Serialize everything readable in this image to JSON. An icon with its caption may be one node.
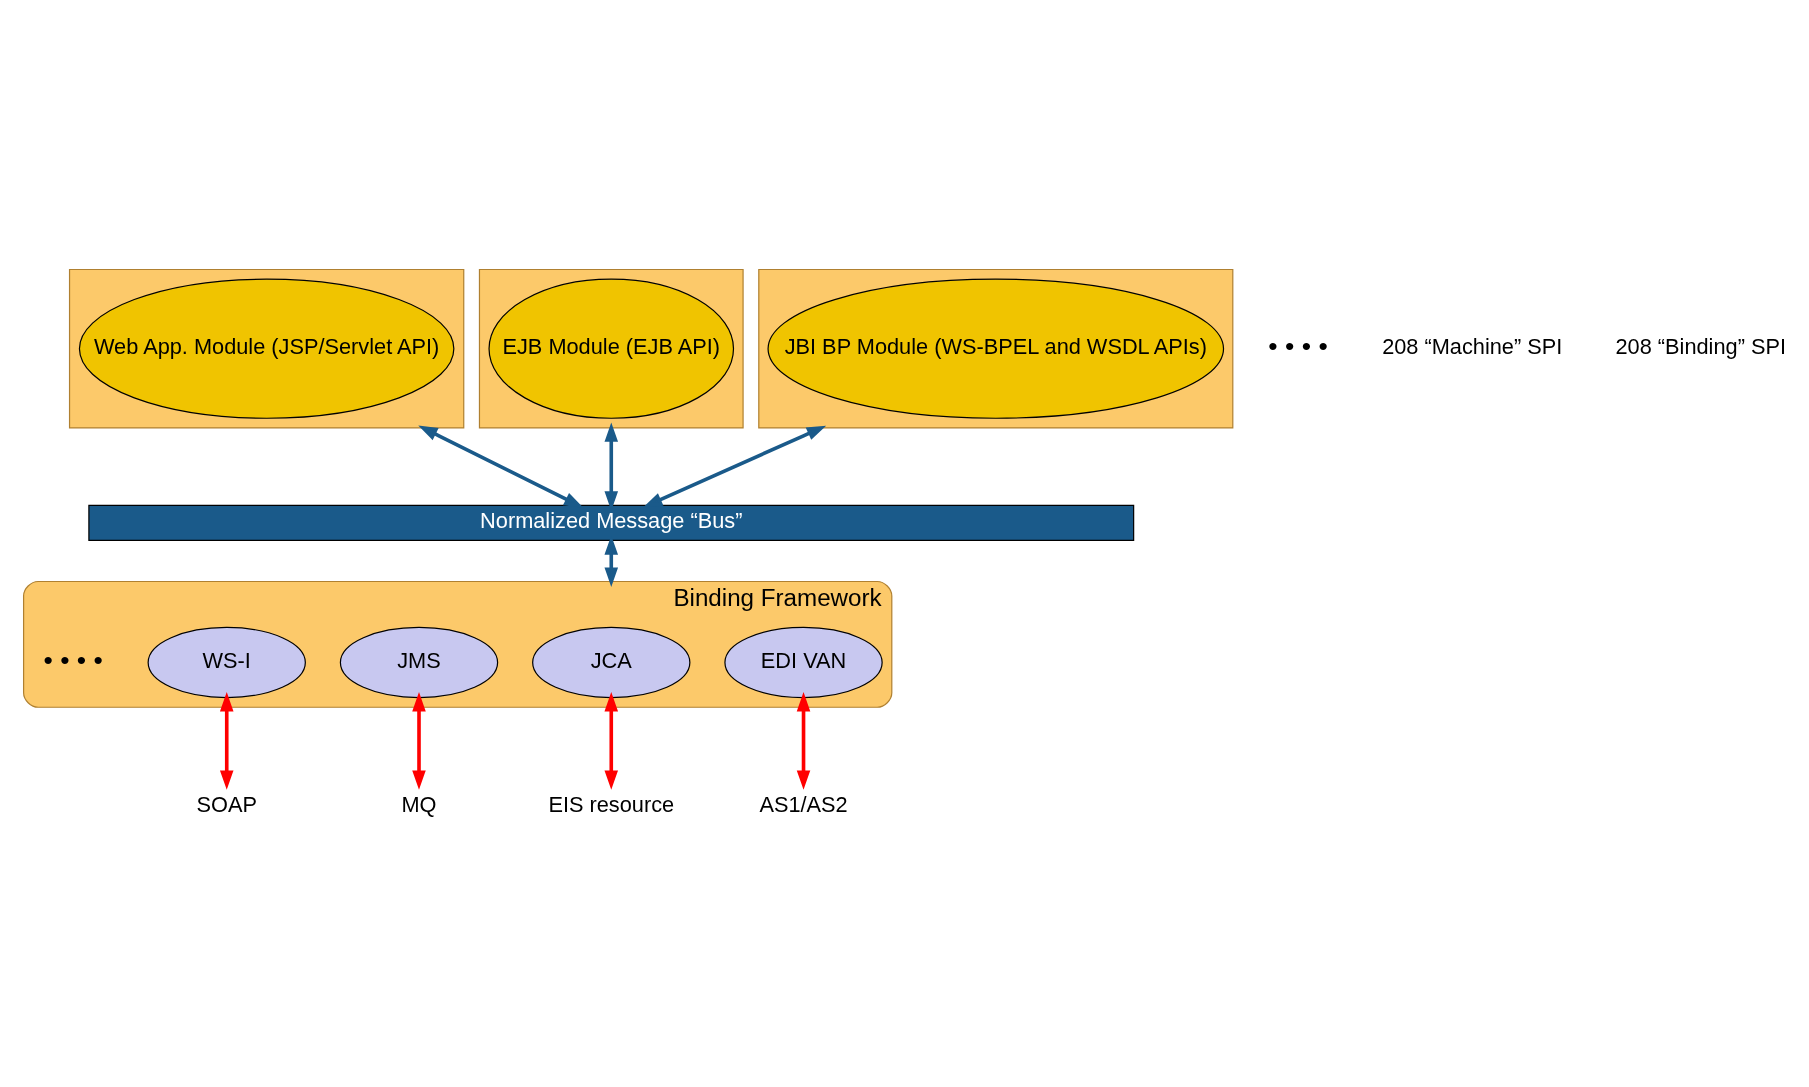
{
  "diagram": {
    "nodes": [
      {
        "text": [],
        "shape": "box"
      },
      {
        "text": [
          "Web App. Module (JSP/Servlet API)"
        ],
        "in": 0
      },
      {
        "text": [],
        "shape": "box"
      },
      {
        "text": [
          "EJB Module (EJB API)"
        ],
        "in": 2
      },
      {
        "text": [],
        "shape": "box"
      },
      {
        "text": [
          "JBI BP Module (WS-BPEL and WSDL APIs)"
        ],
        "in": 4
      },
      {
        "text": [
          "Normalized Message “Bus”"
        ]
      },
      {
        "text": [
          "Binding Framework"
        ]
      },
      {
        "text": [
          "WS-I"
        ],
        "in": 7
      },
      {
        "text": [
          "JMS"
        ],
        "in": 7
      },
      {
        "text": [
          "JCA"
        ],
        "in": 7
      },
      {
        "text": [
          "EDI VAN"
        ],
        "in": 7
      },
      {
        "text": [
          "SOAP"
        ]
      },
      {
        "text": [
          "MQ"
        ]
      },
      {
        "text": [
          "EIS resource"
        ]
      },
      {
        "text": [
          "AS1/AS2"
        ]
      }
    ],
    "edges": [
      {
        "from": 0,
        "to": 6,
        "arrow": "both",
        "color": "#1a5a8a"
      },
      {
        "from": 2,
        "to": 6,
        "arrow": "both",
        "color": "#1a5a8a"
      },
      {
        "from": 4,
        "to": 6,
        "arrow": "both",
        "color": "#1a5a8a"
      },
      {
        "from": 6,
        "to": 7,
        "arrow": "both",
        "color": "#1a5a8a"
      },
      {
        "from": 8,
        "to": 12,
        "arrow": "both",
        "color": "#ff0000"
      },
      {
        "from": 9,
        "to": 13,
        "arrow": "both",
        "color": "#ff0000"
      },
      {
        "from": 10,
        "to": 14,
        "arrow": "both",
        "color": "#ff0000"
      },
      {
        "from": 11,
        "to": 15,
        "arrow": "both",
        "color": "#ff0000"
      }
    ],
    "labels": [
      "• • • •",
      "208 “Machine” SPI",
      "208 “Binding” SPI",
      "• • • •"
    ]
  }
}
